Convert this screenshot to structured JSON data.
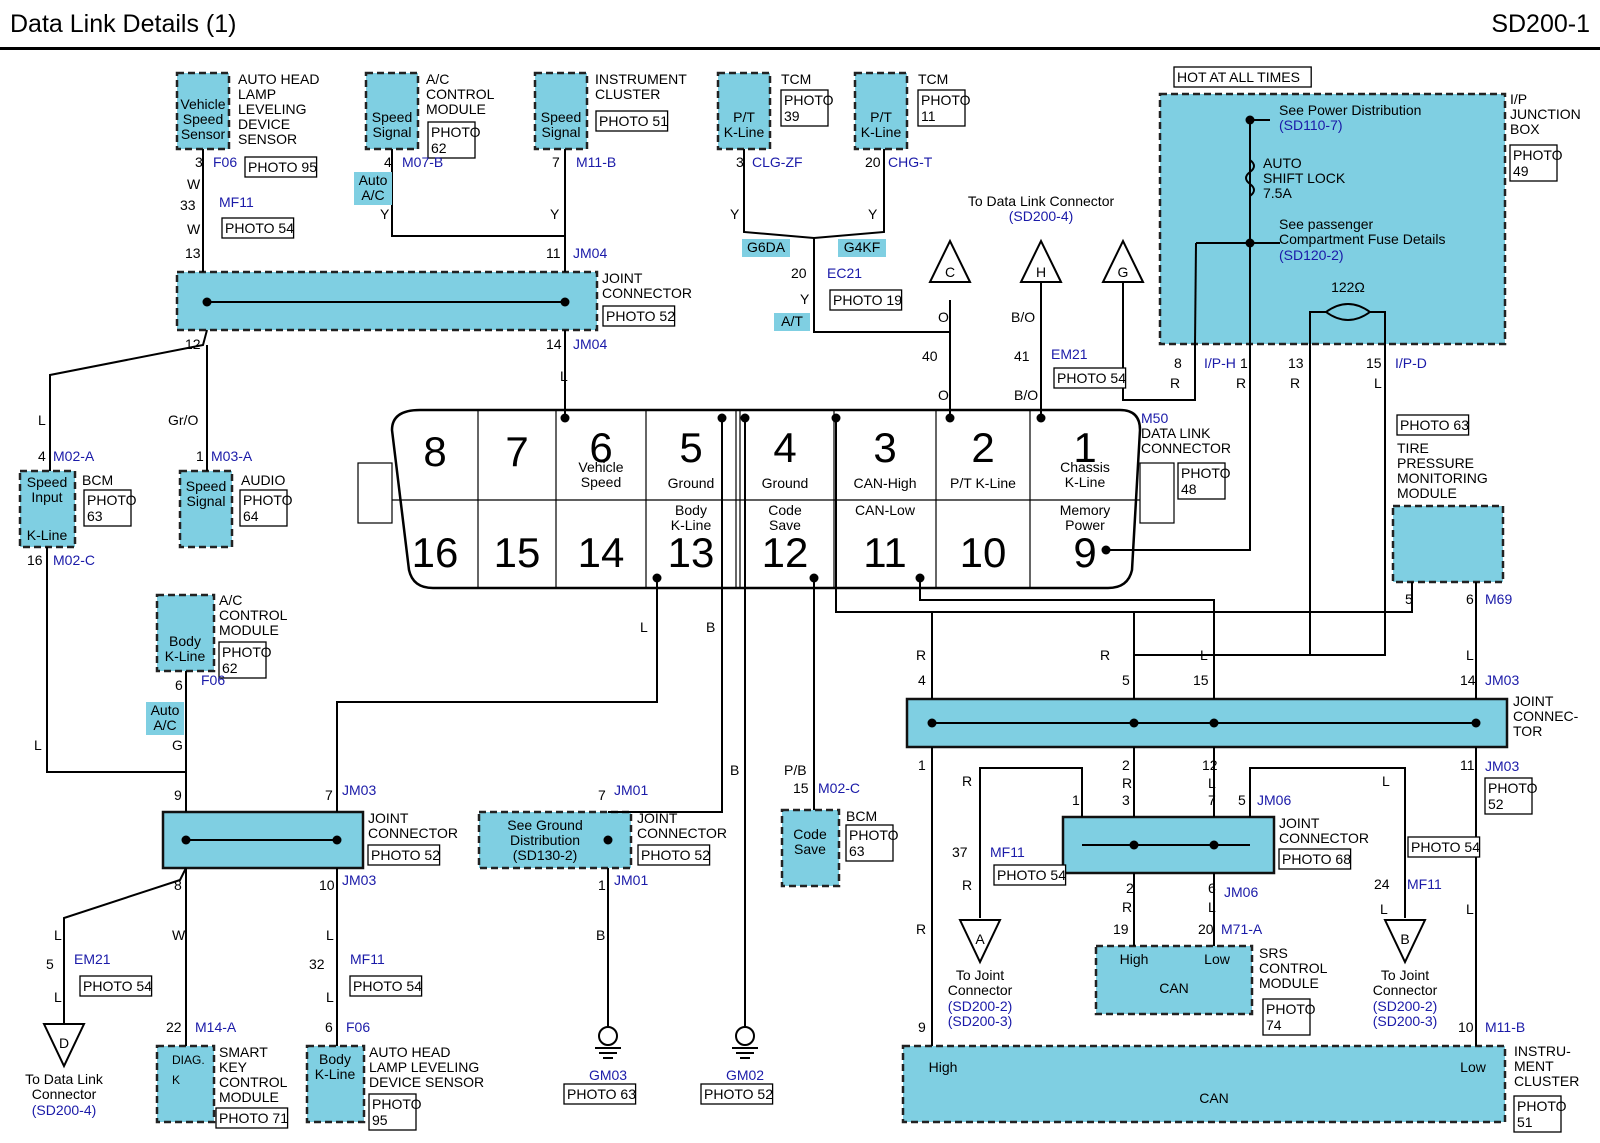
{
  "header": {
    "title": "Data Link Details (1)",
    "code": "SD200-1"
  },
  "dlc": {
    "name": "M50",
    "label_lines": [
      "DATA LINK",
      "CONNECTOR"
    ],
    "photo": [
      "PHOTO",
      "48"
    ],
    "top_pins": [
      {
        "n": "8",
        "label": []
      },
      {
        "n": "7",
        "label": []
      },
      {
        "n": "6",
        "label": [
          "Vehicle",
          "Speed"
        ]
      },
      {
        "n": "5",
        "label": [
          "Ground"
        ]
      },
      {
        "n": "4",
        "label": [
          "Ground"
        ]
      },
      {
        "n": "3",
        "label": [
          "CAN-High"
        ]
      },
      {
        "n": "2",
        "label": [
          "P/T K-Line"
        ]
      },
      {
        "n": "1",
        "label": [
          "Chassis",
          "K-Line"
        ]
      }
    ],
    "bottom_pins": [
      {
        "n": "16",
        "label": []
      },
      {
        "n": "15",
        "label": []
      },
      {
        "n": "14",
        "label": []
      },
      {
        "n": "13",
        "label": [
          "Body",
          "K-Line"
        ]
      },
      {
        "n": "12",
        "label": [
          "Code",
          "Save"
        ]
      },
      {
        "n": "11",
        "label": [
          "CAN-Low"
        ]
      },
      {
        "n": "10",
        "label": []
      },
      {
        "n": "9",
        "label": [
          "Memory",
          "Power"
        ]
      }
    ]
  },
  "components": [
    {
      "id": "auto-head-lamp-sensor-top",
      "box": [
        "Vehicle",
        "Speed",
        "Sensor"
      ],
      "name": [
        "AUTO HEAD",
        "LAMP",
        "LEVELING",
        "DEVICE",
        "SENSOR"
      ]
    },
    {
      "id": "ac-control-module-top",
      "box": [
        "Speed",
        "Signal"
      ],
      "name": [
        "A/C",
        "CONTROL",
        "MODULE"
      ],
      "photo": [
        "PHOTO",
        "62"
      ]
    },
    {
      "id": "instrument-cluster-top",
      "box": [
        "Speed",
        "Signal"
      ],
      "name": [
        "INSTRUMENT",
        "CLUSTER"
      ],
      "photo": [
        "PHOTO 51"
      ]
    },
    {
      "id": "tcm-1",
      "box": [
        "P/T",
        "K-Line"
      ],
      "name": [
        "TCM"
      ],
      "photo": [
        "PHOTO",
        "39"
      ]
    },
    {
      "id": "tcm-2",
      "box": [
        "P/T",
        "K-Line"
      ],
      "name": [
        "TCM"
      ],
      "photo": [
        "PHOTO",
        "11"
      ]
    },
    {
      "id": "bcm-left",
      "box": [
        "Speed",
        "Input",
        "",
        "K-Line"
      ],
      "name": [
        "BCM"
      ],
      "photo": [
        "PHOTO",
        "63"
      ]
    },
    {
      "id": "audio",
      "box": [
        "Speed",
        "Signal"
      ],
      "name": [
        "AUDIO"
      ],
      "photo": [
        "PHOTO",
        "64"
      ]
    },
    {
      "id": "ac-control-module-left",
      "box": [
        "Body",
        "K-Line"
      ],
      "name": [
        "A/C",
        "CONTROL",
        "MODULE"
      ],
      "photo": [
        "PHOTO",
        "62"
      ]
    },
    {
      "id": "smart-key",
      "box": [
        "DIAG.",
        "K"
      ],
      "name": [
        "SMART",
        "KEY",
        "CONTROL",
        "MODULE"
      ],
      "photo": [
        "PHOTO 71"
      ]
    },
    {
      "id": "auto-head-lamp-sensor-bottom",
      "box": [
        "Body",
        "K-Line"
      ],
      "name": [
        "AUTO HEAD",
        "LAMP LEVELING",
        "DEVICE SENSOR"
      ],
      "photo": [
        "PHOTO",
        "95"
      ]
    },
    {
      "id": "bcm-bottom",
      "box": [
        "Code",
        "Save"
      ],
      "name": [
        "BCM"
      ],
      "photo": [
        "PHOTO",
        "63"
      ]
    },
    {
      "id": "tpms",
      "box": [],
      "name": [
        "TIRE",
        "PRESSURE",
        "MONITORING",
        "MODULE"
      ],
      "photo": [
        "PHOTO 63"
      ]
    },
    {
      "id": "srs",
      "box": [
        "High",
        "Low",
        "CAN"
      ],
      "name": [
        "SRS",
        "CONTROL",
        "MODULE"
      ],
      "photo": [
        "PHOTO",
        "74"
      ]
    },
    {
      "id": "instrument-cluster-bottom",
      "box": [
        "High",
        "Low",
        "CAN"
      ],
      "name": [
        "INSTRU-",
        "MENT",
        "CLUSTER"
      ],
      "photo": [
        "PHOTO",
        "51"
      ]
    }
  ],
  "joints": [
    {
      "id": "jm04",
      "name": [
        "JOINT",
        "CONNECTOR"
      ],
      "photo": [
        "PHOTO 52"
      ]
    },
    {
      "id": "jm03-left",
      "name": [
        "JOINT",
        "CONNECTOR"
      ],
      "photo": [
        "PHOTO 52"
      ]
    },
    {
      "id": "jm01",
      "name": [
        "JOINT",
        "CONNECTOR"
      ],
      "photo": [
        "PHOTO 52"
      ],
      "inner": [
        "See Ground",
        "Distribution",
        "(SD130-2)"
      ]
    },
    {
      "id": "jm03-right",
      "name": [
        "JOINT",
        "CONNEC-",
        "TOR"
      ],
      "photo": [
        "PHOTO",
        "52"
      ]
    },
    {
      "id": "jm06",
      "name": [
        "JOINT",
        "CONNECTOR"
      ],
      "photo": [
        "PHOTO 68"
      ]
    }
  ],
  "junction_box": {
    "hot": "HOT AT ALL TIMES",
    "name": [
      "I/P",
      "JUNCTION",
      "BOX"
    ],
    "photo": [
      "PHOTO",
      "49"
    ],
    "power": [
      "See Power Distribution",
      "(SD110-7)"
    ],
    "fuse": [
      "AUTO",
      "SHIFT LOCK",
      "7.5A"
    ],
    "passenger": [
      "See passenger",
      "Compartment Fuse Details",
      "(SD120-2)"
    ],
    "resistor": "122Ω"
  },
  "to_dlc": {
    "title": "To Data Link Connector",
    "ref": "(SD200-4)",
    "triangles": [
      "C",
      "H",
      "G"
    ]
  },
  "offpage": [
    {
      "id": "D",
      "label": [
        "To Data Link",
        "Connector"
      ],
      "refs": [
        "(SD200-4)"
      ]
    },
    {
      "id": "A",
      "label": [
        "To Joint",
        "Connector"
      ],
      "refs": [
        "(SD200-2)",
        "(SD200-3)"
      ]
    },
    {
      "id": "B",
      "label": [
        "To Joint",
        "Connector"
      ],
      "refs": [
        "(SD200-2)",
        "(SD200-3)"
      ]
    }
  ],
  "grounds": [
    {
      "name": "GM03",
      "photo": "PHOTO 63"
    },
    {
      "name": "GM02",
      "photo": "PHOTO 52"
    }
  ],
  "tags": [
    "Auto",
    "A/C",
    "G6DA",
    "G4KF",
    "A/T"
  ],
  "connectors": [
    "F06",
    "MF11",
    "M07-B",
    "M11-B",
    "JM04",
    "CLG-ZF",
    "CHG-T",
    "EC21",
    "EM21",
    "M02-A",
    "M03-A",
    "M02-C",
    "JM03",
    "JM01",
    "M02-C",
    "M14-A",
    "F06",
    "I/P-H",
    "I/P-D",
    "M69",
    "JM06",
    "M71-A",
    "M11-B"
  ],
  "photos": [
    "PHOTO 95",
    "PHOTO 54",
    "PHOTO 19",
    "PHOTO 54",
    "PHOTO 54",
    "PHOTO 54",
    "PHOTO 54",
    "PHOTO 54",
    "PHOTO 63",
    "PHOTO 52"
  ]
}
